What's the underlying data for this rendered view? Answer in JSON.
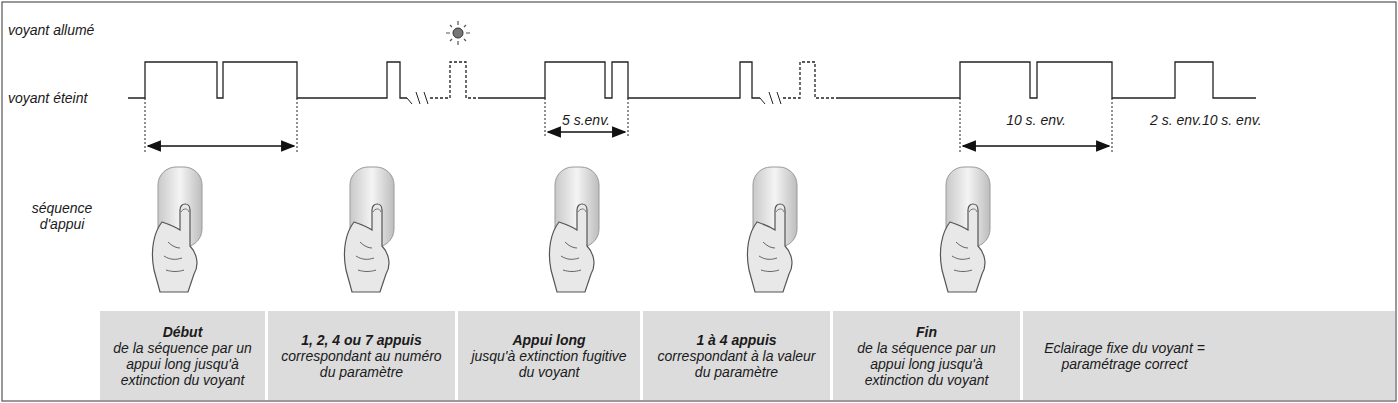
{
  "diagram": {
    "nodes": [
      {
        "text": [
          "Début",
          "de la séquence par un appui long jusqu'à extinction du voyant"
        ]
      },
      {
        "text": [
          "1, 2, 4 ou 7 appuis",
          "correspondant au numéro du paramètre"
        ]
      },
      {
        "text": [
          "Appui long",
          "jusqu'à extinction fugitive du voyant"
        ]
      },
      {
        "text": [
          "1 à 4 appuis",
          "correspondant à la valeur du paramètre"
        ]
      },
      {
        "text": [
          "Fin",
          "de la séquence par un appui long jusqu'à extinction du voyant"
        ]
      },
      {
        "text": [
          "Eclairage fixe du voyant = paramétrage correct"
        ]
      }
    ],
    "labels": [
      "voyant allumé",
      "voyant éteint",
      "séquence d'appui",
      "5 s.env.",
      "10 s. env.",
      "2 s. env.10 s. env."
    ]
  }
}
